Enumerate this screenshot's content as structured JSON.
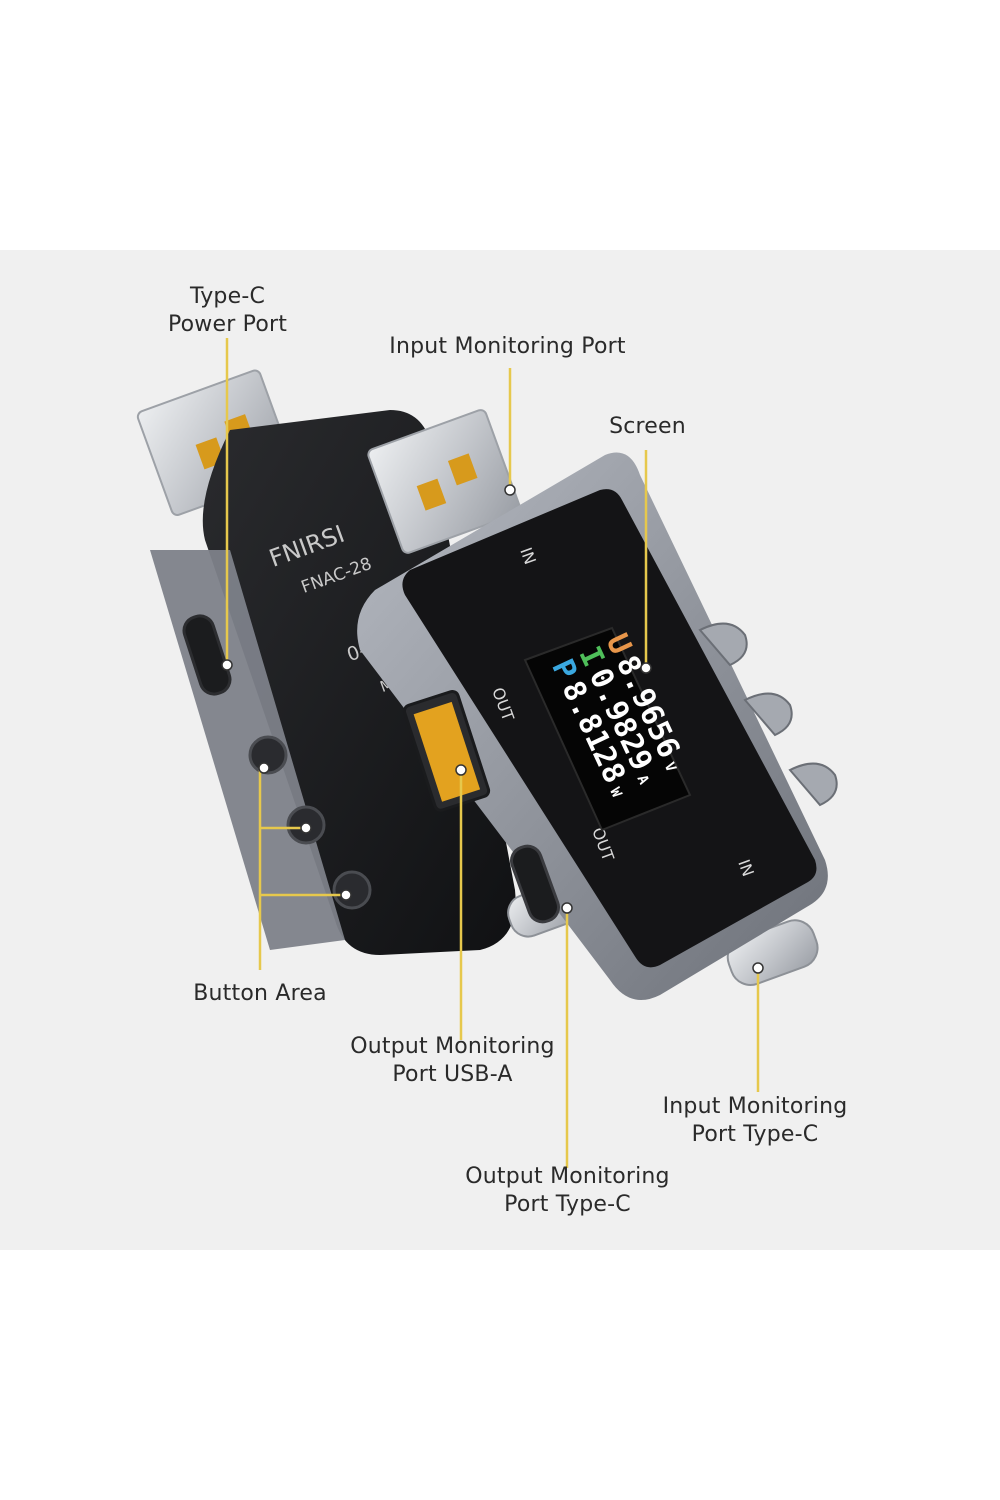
{
  "callouts": {
    "power_port": {
      "line1": "Type-C",
      "line2": "Power Port"
    },
    "input_port": {
      "line1": "Input Monitoring Port"
    },
    "screen": {
      "line1": "Screen"
    },
    "button_area": {
      "line1": "Button Area"
    },
    "output_usb_a": {
      "line1": "Output Monitoring",
      "line2": "Port USB-A"
    },
    "input_type_c": {
      "line1": "Input Monitoring",
      "line2": "Port Type-C"
    },
    "output_type_c": {
      "line1": "Output Monitoring",
      "line2": "Port Type-C"
    }
  },
  "device": {
    "brand": "FNIRSI",
    "model": "FNAC-28",
    "back_text": {
      "range": "0-24",
      "made": "MADE"
    },
    "port_labels": {
      "in_top": "IN",
      "out_left": "OUT",
      "out_bottom": "OUT",
      "in_bottom": "IN"
    }
  },
  "display": {
    "voltage": {
      "letter": "U",
      "value": "8.9656",
      "unit": "V",
      "color": "#e8964a"
    },
    "current": {
      "letter": "I",
      "value": "0.9829",
      "unit": "A",
      "color": "#4fbf5a"
    },
    "power": {
      "letter": "P",
      "value": "8.8128",
      "unit": "W",
      "color": "#3aa8e0"
    }
  },
  "colors": {
    "leader_line": "#e6c84c",
    "panel_bg": "#f0f0f0",
    "housing": "#8f939c",
    "screen_face": "#141416"
  }
}
